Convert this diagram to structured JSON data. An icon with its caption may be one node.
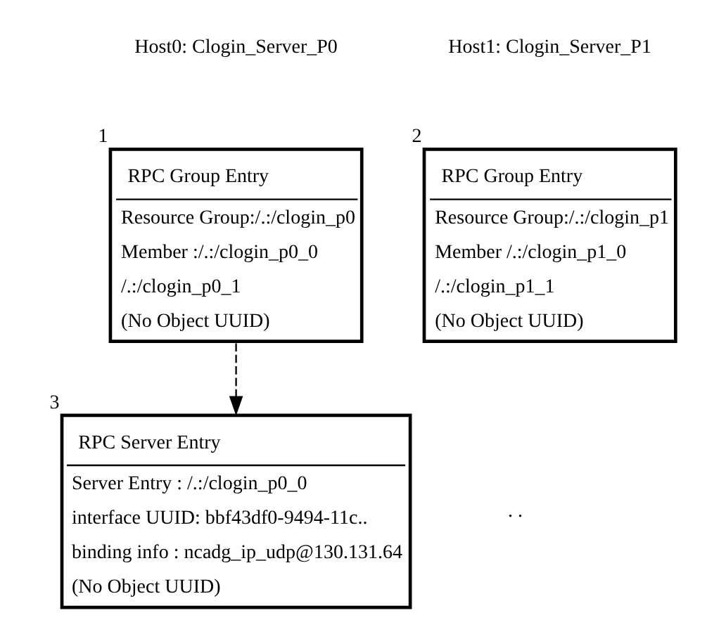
{
  "diagram": {
    "nodes": [
      {
        "text": [
          "RPC Group Entry",
          "Resource Group:/.:/clogin_p0",
          "Member :/.:/clogin_p0_0",
          "/.:/clogin_p0_1",
          "(No Object UUID)"
        ],
        "beside": [
          "1"
        ]
      },
      {
        "text": [
          "RPC Group Entry",
          "Resource Group:/.:/clogin_p1",
          "Member /.:/clogin_p1_0",
          "/.:/clogin_p1_1",
          "(No Object UUID)"
        ],
        "beside": [
          "2"
        ]
      },
      {
        "text": [
          "RPC Server Entry",
          "Server Entry : /.:/clogin_p0_0",
          "interface UUID: bbf43df0-9494-11c..",
          "binding info : ncadg_ip_udp@130.131.64",
          "(No Object UUID)"
        ],
        "beside": [
          "3"
        ]
      }
    ],
    "edges": [
      {
        "from": 0,
        "to": 2,
        "arrow": "to",
        "style": "dashed"
      }
    ],
    "labels": [
      "Host0: Clogin_Server_P0",
      "Host1: Clogin_Server_P1",
      ". ."
    ]
  }
}
